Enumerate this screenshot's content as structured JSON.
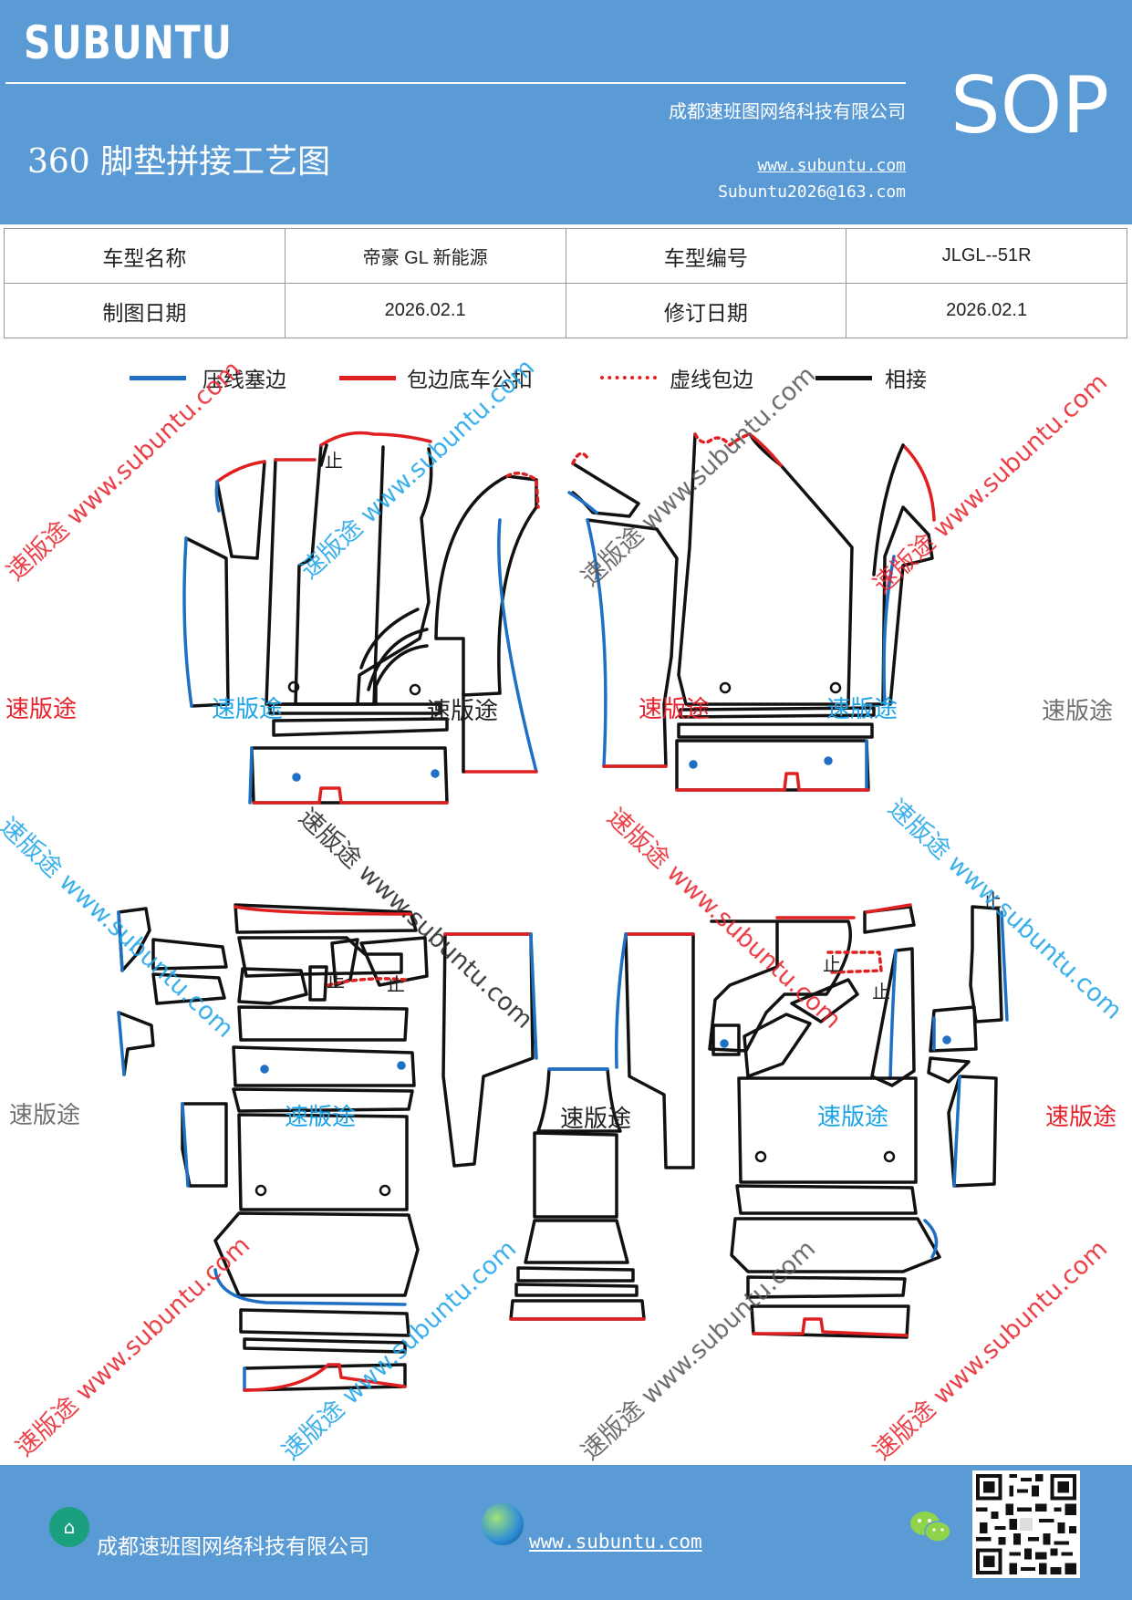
{
  "header": {
    "brand": "SUBUNTU",
    "title": "360 脚垫拼接工艺图",
    "company": "成都速班图网络科技有限公司",
    "website": "www.subuntu.com",
    "email": "Subuntu2026@163.com",
    "badge": "SOP"
  },
  "info_table": {
    "row1": [
      "车型名称",
      "帝豪 GL 新能源",
      "车型编号",
      "JLGL--51R"
    ],
    "row2": [
      "制图日期",
      "2026.02.1",
      "修订日期",
      "2026.02.1"
    ]
  },
  "legend": [
    {
      "label": "压线塞边",
      "color": "#1f6fc4",
      "style": "solid"
    },
    {
      "label": "包边底车公扣",
      "color": "#e02020",
      "style": "solid"
    },
    {
      "label": "虚线包边",
      "color": "#e02020",
      "style": "dotted"
    },
    {
      "label": "相接",
      "color": "#111111",
      "style": "solid"
    }
  ],
  "drawing": {
    "marker_label": "止"
  },
  "watermarks": {
    "brand_cn": "速版途",
    "url": "www.subuntu.com",
    "colors": {
      "red": "#e8212a",
      "blue": "#1aa3e8",
      "gray": "#707070",
      "black": "#222222"
    }
  },
  "footer": {
    "company": "成都速班图网络科技有限公司",
    "website": "www.subuntu.com",
    "icon_company": "building-icon",
    "icon_web": "globe-icon",
    "icon_wechat": "wechat-icon",
    "icon_qr": "qr-code"
  }
}
